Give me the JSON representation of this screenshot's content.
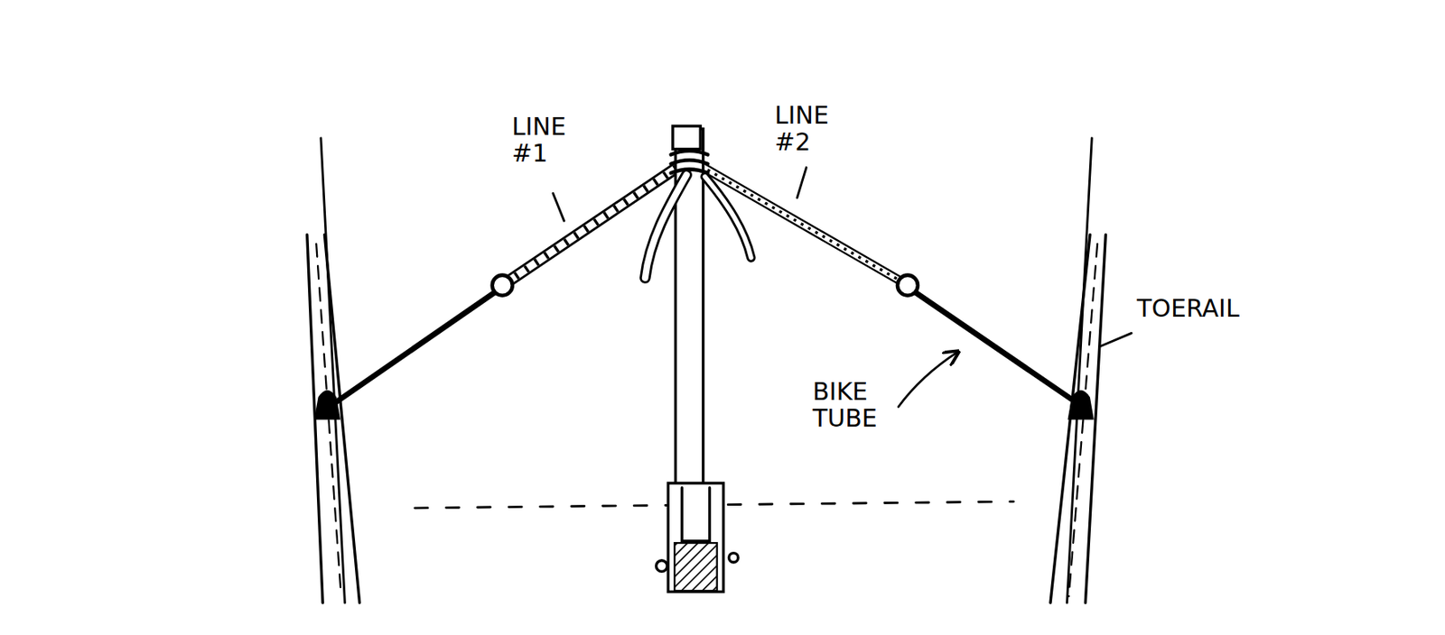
{
  "diagram": {
    "labels": [
      "LINE #1",
      "LINE #2",
      "BIKE TUBE",
      "TOERAIL"
    ]
  }
}
